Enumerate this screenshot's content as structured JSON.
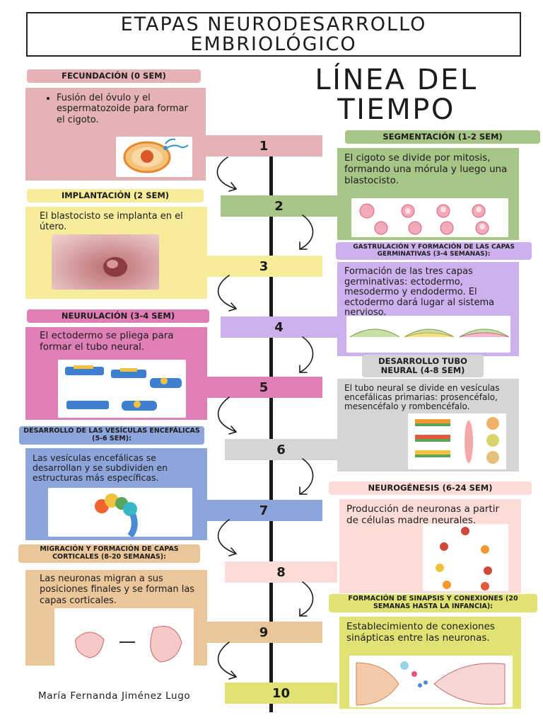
{
  "header": {
    "line1": "ETAPAS NEURODESARROLLO",
    "line2": "EMBRIOLÓGICO"
  },
  "subtitle": {
    "line1": "LÍNEA DEL",
    "line2": "TIEMPO"
  },
  "stages": [
    {
      "num": "1",
      "label": "FECUNDACIÓN (0 SEM)",
      "text": "Fusión del óvulo y el espermatozoide para formar el cigoto."
    },
    {
      "num": "",
      "label": "SEGMENTACIÓN (1-2 SEM)",
      "text": "El cigoto se divide por mitosis, formando una mórula y luego una blastocisto."
    },
    {
      "num": "2",
      "label": "IMPLANTACIÓN (2 SEM)",
      "text": "El blastocisto se implanta en el útero."
    },
    {
      "num": "3",
      "label": "GASTRULACIÓN Y FORMACIÓN DE LAS CAPAS GERMINATIVAS (3-4 SEMANAS):",
      "text": "Formación de las tres capas germinativas: ectodermo, mesodermo y endodermo. El ectodermo dará lugar al sistema nervioso."
    },
    {
      "num": "4",
      "label": "NEURULACIÓN (3-4 SEM)",
      "text": "El ectodermo se pliega para formar el tubo neural."
    },
    {
      "num": "5",
      "label": "DESARROLLO TUBO NEURAL (4-8 SEM)",
      "text": "El tubo neural se divide en vesículas encefálicas primarias: prosencéfalo, mesencéfalo y rombencéfalo."
    },
    {
      "num": "6",
      "label": "DESARROLLO DE LAS VESÍCULAS ENCEFÁLICAS (5-6 SEM):",
      "text": "Las vesículas encefálicas se desarrollan y se subdividen en estructuras más específicas."
    },
    {
      "num": "7",
      "label": "NEUROGÉNESIS (6-24 SEM)",
      "text": "Producción de neuronas a partir de células madre neurales."
    },
    {
      "num": "8",
      "label": "MIGRACIÓN Y FORMACIÓN DE CAPAS CORTICALES (8-20 SEMANAS):",
      "text": "Las neuronas migran a sus posiciones finales y se forman las capas corticales."
    },
    {
      "num": "9",
      "label": "FORMACIÓN DE SINAPSIS Y CONEXIONES (20 SEMANAS HASTA LA INFANCIA):",
      "text": "Establecimiento de conexiones sinápticas entre las neuronas."
    },
    {
      "num": "10"
    }
  ],
  "author": "María Fernanda Jiménez Lugo",
  "colors": {
    "pink": "#e5b3b5",
    "green": "#a7c587",
    "yellow": "#f6ec9a",
    "lavender": "#cdb1ec",
    "magenta": "#e07fb5",
    "gray": "#d5d5d5",
    "blue": "#8ea5dc",
    "peach": "#fcdcd6",
    "tan": "#ebc69a",
    "lime": "#e1e274"
  }
}
